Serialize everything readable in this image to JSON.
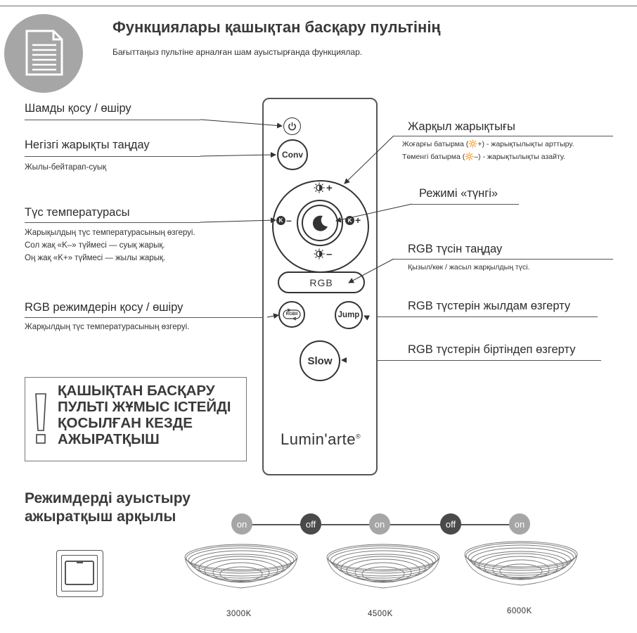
{
  "header": {
    "title": "Функциялары қашықтан басқару пультінің",
    "subtitle": "Бағыттаңыз пультіне арналған шам ауыстырғанда функциялар."
  },
  "left": {
    "power": {
      "label": "Шамды қосу / өшіру"
    },
    "main_light": {
      "label": "Негізгі жарықты таңдау",
      "desc": "Жылы-бейтарап-суық"
    },
    "color_temp": {
      "label": "Түс температурасы",
      "desc": [
        "Жарықылдың түс температурасының өзгеруі.",
        "Сол жақ «K–» түймесі — суық жарық.",
        "Оң жақ «K+» түймесі — жылы жарық."
      ]
    },
    "rgb_onoff": {
      "label": "RGB режимдерін қосу / өшіру",
      "desc": "Жарқылдың түс температурасының өзгеруі."
    }
  },
  "right": {
    "brightness": {
      "label": "Жарқыл жарықтығы",
      "desc": [
        "Жоғарғы батырма (🔆+) - жарықтылықты арттыру.",
        "Төменгі батырма (🔆–) - жарықтылықты азайту."
      ]
    },
    "night": {
      "label": "Режимі «түнгі»"
    },
    "rgb_select": {
      "label": "RGB түсін таңдау",
      "desc": "Қызыл/көк / жасыл жарқылдың түсі."
    },
    "rgb_fast": {
      "label": "RGB түстерін жылдам өзгерту"
    },
    "rgb_slow": {
      "label": "RGB түстерін біртіндеп өзгерту"
    }
  },
  "remote": {
    "conv": "Conv",
    "rgb": "RGB",
    "rgb_mode": "RGBII",
    "jump": "Jump",
    "slow": "Slow",
    "brand": "Lumin'arte",
    "brand_mark": "®",
    "k_minus": "K",
    "k_plus": "K",
    "plus": "+",
    "minus": "–"
  },
  "warning": {
    "lines": [
      "ҚАШЫҚТАН БАСҚАРУ",
      "ПУЛЬТІ ЖҰМЫС ІСТЕЙДІ",
      "ҚОСЫЛҒАН КЕЗДЕ",
      "АЖЫРАТҚЫШ"
    ]
  },
  "modes": {
    "title_lines": [
      "Режимдерді ауыстыру",
      "ажыратқыш арқылы"
    ],
    "states": [
      "on",
      "off",
      "on",
      "off",
      "on"
    ],
    "lamps": [
      "3000K",
      "4500K",
      "6000K"
    ]
  },
  "colors": {
    "on_dot": "#a6a6a6",
    "off_dot": "#4a4a4a",
    "doc_circle": "#a6a6a6"
  }
}
